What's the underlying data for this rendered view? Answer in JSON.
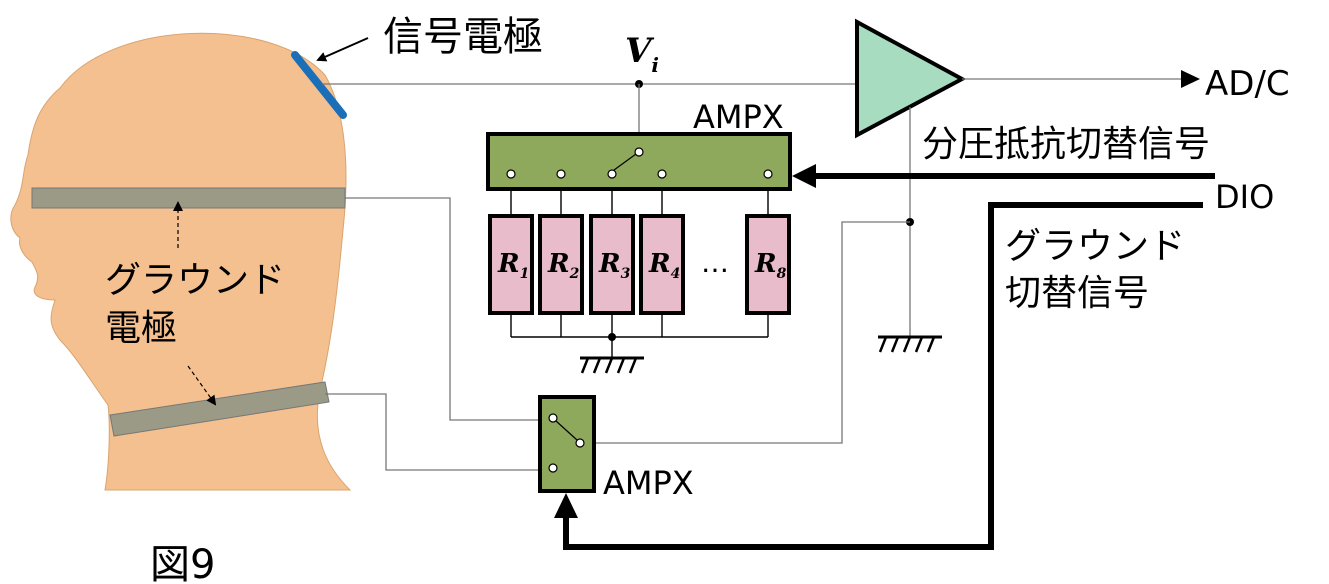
{
  "labels": {
    "signal_electrode": "信号電極",
    "vi_main": "V",
    "vi_sub": "i",
    "adc": "AD/C",
    "ampx_top": "AMPX",
    "ampx_bottom": "AMPX",
    "divider_signal": "分圧抵抗切替信号",
    "dio": "DIO",
    "ground_switch_line1": "グラウンド",
    "ground_switch_line2": "切替信号",
    "ground_electrode_line1": "グラウンド",
    "ground_electrode_line2": "電極",
    "ellipsis": "…",
    "figure": "図9"
  },
  "resistors": [
    {
      "name": "R",
      "sub": "1"
    },
    {
      "name": "R",
      "sub": "2"
    },
    {
      "name": "R",
      "sub": "3"
    },
    {
      "name": "R",
      "sub": "4"
    },
    {
      "name": "R",
      "sub": "8"
    }
  ],
  "colors": {
    "skin": "#f5c08f",
    "band": "#9a9a86",
    "electrode": "#1b6fb8",
    "mux": "#8fa95c",
    "resistor": "#e9bccb",
    "amp": "#a7dcc1"
  }
}
